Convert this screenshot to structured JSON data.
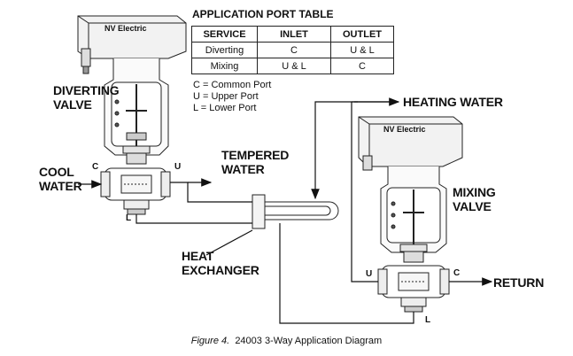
{
  "table": {
    "title": "APPLICATION PORT TABLE",
    "headers": [
      "SERVICE",
      "INLET",
      "OUTLET"
    ],
    "rows": [
      [
        "Diverting",
        "C",
        "U & L"
      ],
      [
        "Mixing",
        "U & L",
        "C"
      ]
    ]
  },
  "legend": {
    "line1": "C = Common Port",
    "line2": "U = Upper Port",
    "line3": "L = Lower Port"
  },
  "labels": {
    "diverting_valve_1": "DIVERTING",
    "diverting_valve_2": "VALVE",
    "cool_water_1": "COOL",
    "cool_water_2": "WATER",
    "tempered_water_1": "TEMPERED",
    "tempered_water_2": "WATER",
    "heat_exchanger_1": "HEAT",
    "heat_exchanger_2": "EXCHANGER",
    "heating_water": "HEATING WATER",
    "mixing_valve_1": "MIXING",
    "mixing_valve_2": "VALVE",
    "return": "RETURN"
  },
  "ports": {
    "left_c": "C",
    "left_u": "U",
    "left_l": "L",
    "right_u": "U",
    "right_c": "C",
    "right_l": "L"
  },
  "brand_left": "NV Electric",
  "brand_right": "NV Electric",
  "caption": {
    "figure": "Figure 4.",
    "text": "24003 3-Way Application Diagram"
  }
}
